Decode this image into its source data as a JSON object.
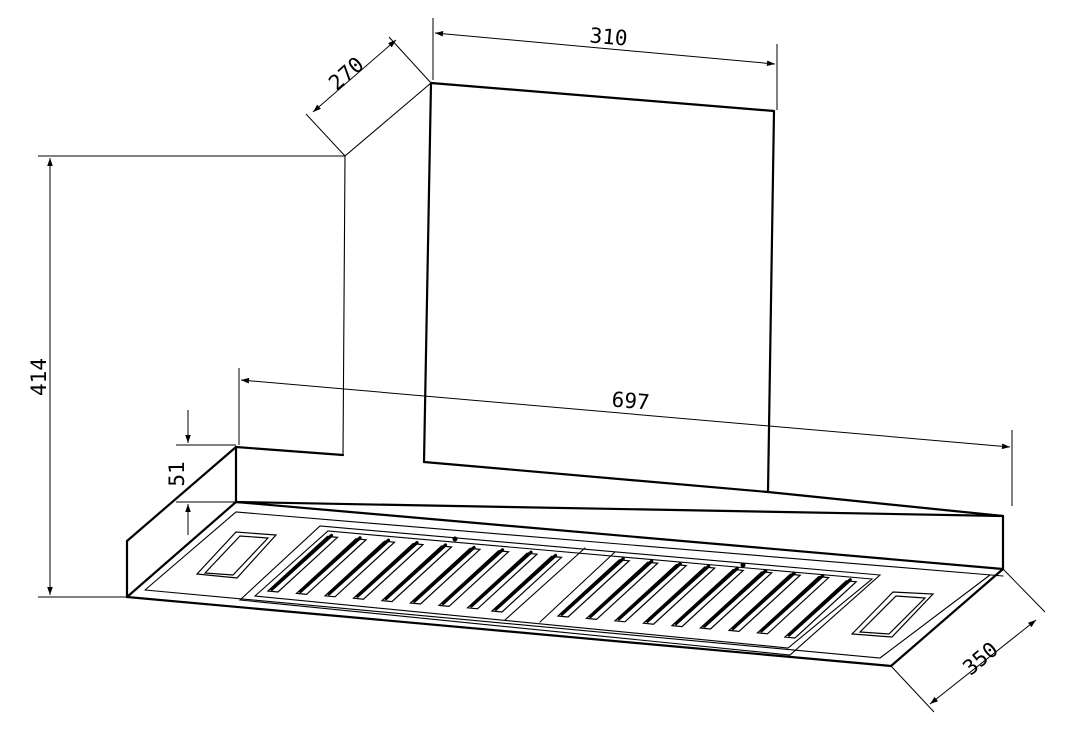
{
  "drawing": {
    "subject": "",
    "units": ""
  },
  "dimensions": {
    "chimney_depth": "270",
    "chimney_width": "310",
    "total_height": "414",
    "hood_width": "697",
    "canopy_height": "51",
    "hood_depth": "350"
  },
  "colors": {
    "line": "#000000",
    "background": "#ffffff"
  }
}
